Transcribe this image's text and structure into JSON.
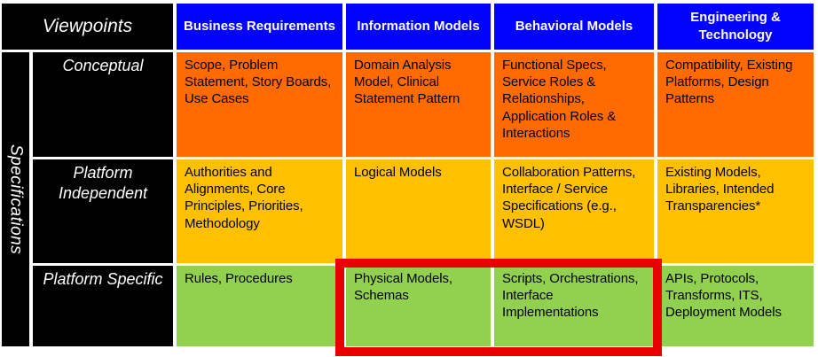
{
  "matrix": {
    "title_cell": "Viewpoints",
    "side_label": "Specifications",
    "columns": [
      "Business Requirements",
      "Information Models",
      "Behavioral Models",
      "Engineering & Technology"
    ],
    "rows": [
      {
        "label": "Conceptual",
        "cells": [
          "Scope, Problem Statement, Story Boards, Use Cases",
          "Domain Analysis Model, Clinical Statement Pattern",
          "Functional Specs, Service Roles & Relationships, Application Roles & Interactions",
          "Compatibility, Existing Platforms, Design Patterns"
        ]
      },
      {
        "label": "Platform Independent",
        "cells": [
          "Authorities and Alignments,  Core Principles, Priorities, Methodology",
          "Logical Models",
          "Collaboration Patterns, Interface / Service Specifications  (e.g., WSDL)",
          "Existing Models, Libraries, Intended Transparencies*"
        ]
      },
      {
        "label": "Platform Specific",
        "cells": [
          "Rules, Procedures",
          "Physical Models, Schemas",
          "Scripts, Orchestrations, Interface Implementations",
          "APIs, Protocols, Transforms, ITS, Deployment Models"
        ]
      }
    ],
    "colors": {
      "header_blue": "#0202ff",
      "conceptual_orange": "#ff6b00",
      "platform_independent_amber": "#ffc000",
      "platform_specific_green": "#92d050",
      "label_black": "#000000",
      "highlight_red": "#e80000"
    },
    "highlight": {
      "shape": "rectangle",
      "color": "#e80000",
      "covers_row": "Platform Specific",
      "covers_columns": [
        "Information Models",
        "Behavioral Models"
      ]
    }
  }
}
